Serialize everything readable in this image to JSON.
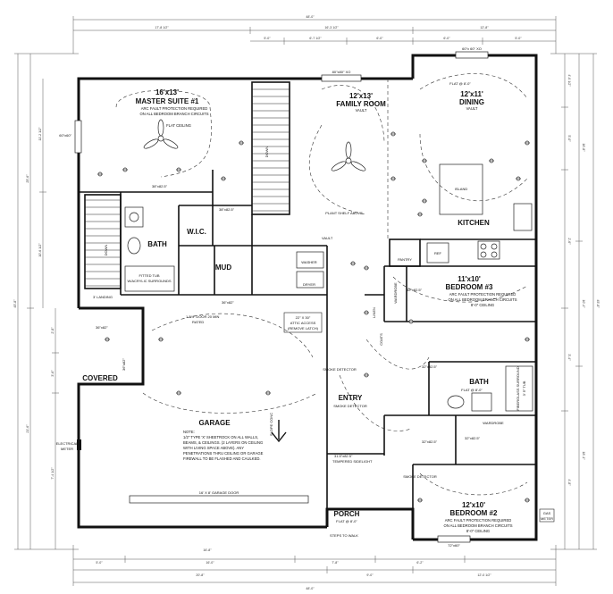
{
  "rooms": {
    "master": {
      "size": "16'x13'",
      "name": "MASTER SUITE #1",
      "note1": "ARC FAULT PROTECTION REQUIRED",
      "note2": "ON ALL BEDROOM BRANCH CIRCUITS",
      "ceiling": "FLAT CEILING"
    },
    "family": {
      "size": "12'x13'",
      "name": "FAMILY ROOM",
      "note": "VAULT"
    },
    "dining": {
      "size": "12'x11'",
      "name": "DINING",
      "note": "VAULT"
    },
    "kitchen": {
      "name": "KITCHEN",
      "island": "ISLAND"
    },
    "bath_master": {
      "name": "BATH"
    },
    "wic": {
      "name": "W.I.C."
    },
    "mud": {
      "name": "MUD"
    },
    "pantry": {
      "name": "PANTRY"
    },
    "bed3": {
      "size": "11'x10'",
      "name": "BEDROOM #3",
      "note1": "ARC FAULT PROTECTION REQUIRED",
      "note2": "ON ALL BEDROOM BRANCH CIRCUITS",
      "ceiling": "8'-0\" CEILING"
    },
    "bath2": {
      "name": "BATH"
    },
    "wardrobe": {
      "name": "WARDROBE"
    },
    "entry": {
      "name": "ENTRY"
    },
    "garage": {
      "name": "GARAGE",
      "note_title": "NOTE:",
      "note_lines": [
        "1/2\" TYPE 'X' SHEETROCK ON ALL WALLS,",
        "BEAMS, & CEILINGS. (2 LAYERS ON CEILING",
        "WITH LIVING SPACE ABOVE). ANY",
        "PENETRATIONS THRU CEILING OR GARAGE",
        "FIREWALL TO BE FLASHED AND CAULKED."
      ],
      "door": "16' X 8' GARAGE DOOR"
    },
    "covered": {
      "name": "COVERED"
    },
    "porch": {
      "name": "PORCH",
      "flat": "FLAT @ 8'-0\""
    },
    "bed2": {
      "size": "12'x10'",
      "name": "BEDROOM #2",
      "note1": "ARC FAULT PROTECTION REQUIRED",
      "note2": "ON ALL BEDROOM BRANCH CIRCUITS",
      "ceiling": "8'-0\" CEILING"
    }
  },
  "labels": {
    "stairs_down": "DOWN",
    "stairs_down2": "DOWN",
    "landing": "3' LANDING",
    "tub": "FITTED TUB",
    "tub2": "W/ACRYLIC SURROUNDS",
    "fire_door": "1 3/4\" DOOR 20 MIN",
    "fire_door2": "RATED",
    "attic1": "22\" X 30\"",
    "attic2": "ATTIC ACCESS",
    "attic3": "(REMOVE LATCH)",
    "washer": "WASHER",
    "dryer": "DRYER",
    "plant_shelf": "PLANT SHELF ABOVE",
    "steps": "STEPS TO WALK",
    "gas_meter1": "GAS",
    "gas_meter2": "METER",
    "elec_meter1": "ELECTRICAL",
    "elec_meter2": "METER",
    "tempered": "TEMPERED SIDELIGHT",
    "slope": "SLOPE CONC",
    "flat_bath": "FLAT @ 8'-0\"",
    "smoke1": "SMOKE DETECTOR",
    "smoke2": "SMOKE DETECTOR",
    "smoke3": "SMOKE DETECTOR",
    "linen": "LINEN",
    "coats": "COATS",
    "wardrobe3": "WARDROBE",
    "ref": "REF",
    "fiberglass": "FIBERGLASS SURROUND",
    "bath_tub2": "3' 5\" TUB",
    "vault_dash": "VAULT",
    "flat_vault": "FLAT @ 8'-0\""
  },
  "openings": {
    "w_family": "80\"x80\" XO",
    "w_dining": "60\"x 60\" XO",
    "w_master": "60\"x60\"",
    "w_bed2": "72\"x60\"",
    "d_wic": "38\"x82.5\"",
    "d_wic2": "38\"x82.5\"",
    "d_mud": "36\"x82\"",
    "d_covered": "36\"x82\"",
    "d_landing": "36\"x82\"",
    "d_bed3": "32\"x82.5\"",
    "d_bath2": "32\"x82.5\"",
    "d_bed2": "32\"x82.5\"",
    "d_entry": "31.5\"x82.5\"",
    "d_closet": "32\"x82.5\""
  },
  "dims": {
    "top_total": "48'-0\"",
    "top_left": "17'-8 1/2\"",
    "top_mid": "16'-3 1/2\"",
    "top_right": "12'-8\"",
    "t2_a": "5'-0\"",
    "t2_b": "6'-7 1/2\"",
    "t2_c": "6'-0\"",
    "t2_d": "6'-0\"",
    "t2_e": "5'-0\"",
    "bottom_total": "48'-0\"",
    "b2_a": "20'-8\"",
    "b2_b": "9'-0\"",
    "b2_c": "12'-0 1/2\"",
    "b3_a": "5'-0\"",
    "b3_b": "16'-0\"",
    "b3_c": "7'-8\"",
    "b3_d": "6'-2\"",
    "left_total": "45'-8\"",
    "left_a": "25'-6\"",
    "left_b": "21'-6\"",
    "left_c": "11'-2 1/2\"",
    "left_d": "10'-6 1/2\"",
    "right_total": "45'-8\"",
    "right_a": "16'-8\"",
    "right_b": "10'-4\"",
    "right_c": "18'-1\"",
    "garage_dim": "16'-8\"",
    "n1": "2'-8\"",
    "n2": "3'-6\"",
    "n3": "7'-4 1/2\"",
    "n4": "4'-0 1/2\"",
    "n5": "5'-0\"",
    "n6": "2'-6\"",
    "n7": "3'-4\"",
    "n8": "4'-8\"",
    "n9": "6'-2\"",
    "n10": "9'-2\""
  }
}
